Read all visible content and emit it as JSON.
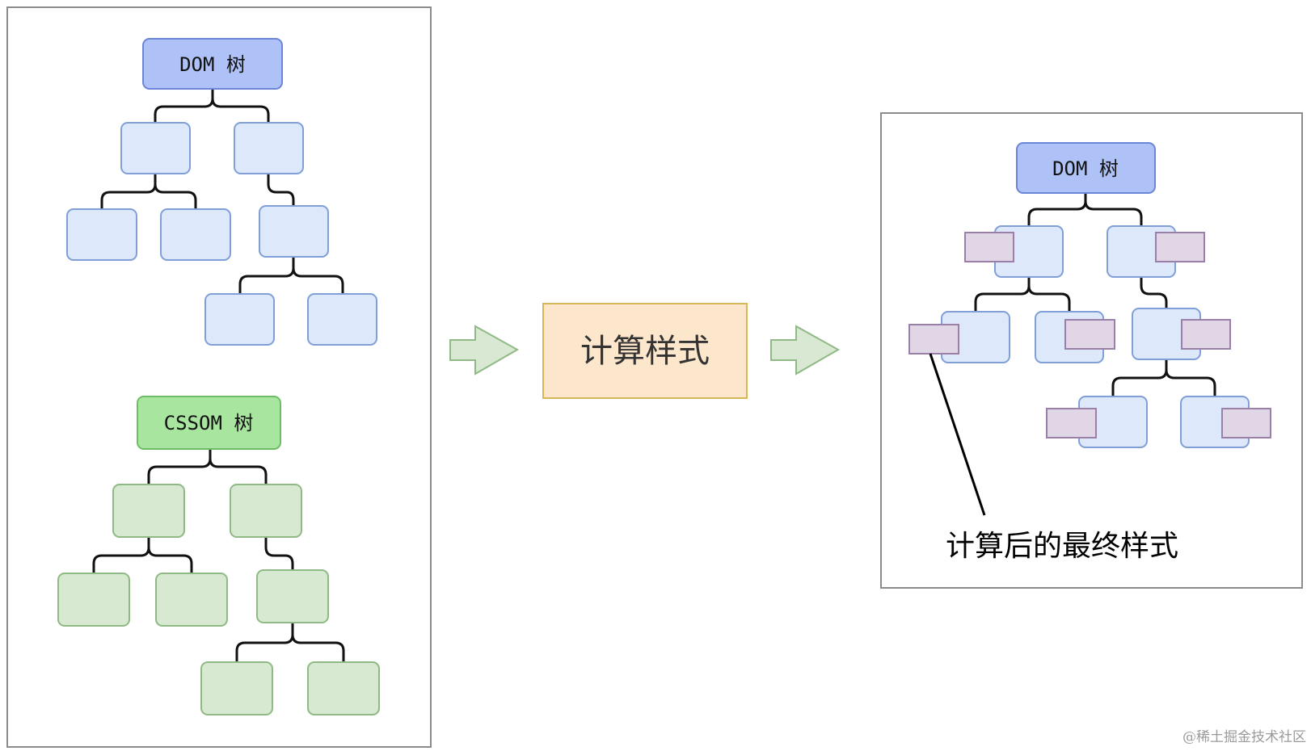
{
  "labels": {
    "dom_tree": "DOM 树",
    "cssom_tree": "CSSOM 树",
    "compute_style": "计算样式",
    "result_dom_tree": "DOM 树",
    "final_style_note": "计算后的最终样式",
    "watermark": "@稀土掘金技术社区"
  },
  "colors": {
    "dom_root_fill": "#aec2f7",
    "dom_root_stroke": "#6b86d6",
    "dom_node_fill": "#dde8fb",
    "dom_node_stroke": "#7f9fd6",
    "cssom_root_fill": "#a8e6a0",
    "cssom_root_stroke": "#6dbd65",
    "cssom_node_fill": "#d7e9d1",
    "cssom_node_stroke": "#8fb985",
    "process_fill": "#fce6cc",
    "process_stroke": "#d6b656",
    "arrow_fill": "#d9e8d3",
    "arrow_stroke": "#8fb985",
    "style_tag_fill": "#e0d6e6",
    "style_tag_stroke": "#9a7fa8",
    "panel_stroke": "#8c8c8c"
  }
}
